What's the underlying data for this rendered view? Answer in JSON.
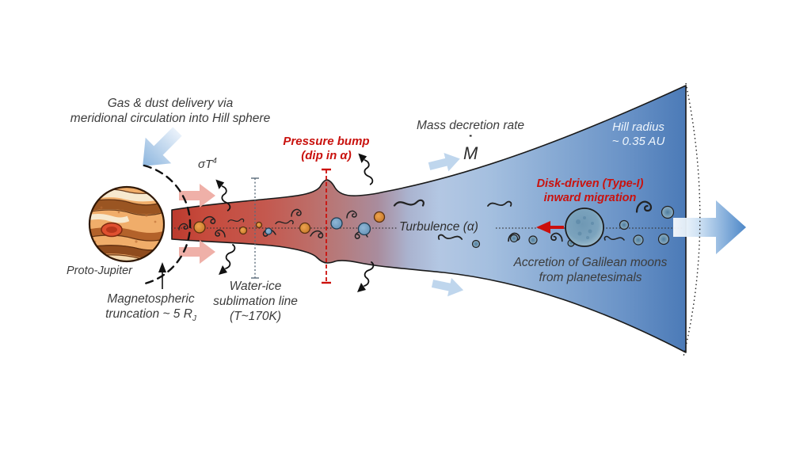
{
  "figure": {
    "background": "#ffffff",
    "labels": {
      "gas_dust_line1": "Gas & dust delivery via",
      "gas_dust_line2": "meridional circulation into Hill sphere",
      "sigma_base": "σT",
      "sigma_sup": "4",
      "pressure_bump_line1": "Pressure bump",
      "pressure_bump_line2": "(dip in α)",
      "mass_decretion": "Mass decretion rate",
      "mdot_dot": "˙",
      "mdot_m": "M",
      "hill_radius_line1": "Hill radius",
      "hill_radius_line2": "~ 0.35 AU",
      "migration_line1": "Disk-driven (Type-I)",
      "migration_line2": "inward migration",
      "turbulence": "Turbulence (α)",
      "accretion_line1": "Accretion of Galilean moons",
      "accretion_line2": "from planetesimals",
      "proto_jupiter": "Proto-Jupiter",
      "magneto_line1": "Magnetospheric",
      "magneto_line2": "truncation ~ 5 R",
      "magneto_sub": "J",
      "water_ice_line1": "Water-ice",
      "water_ice_line2": "sublimation line",
      "water_ice_line3": "(T~170K)"
    },
    "colors": {
      "annotation_red": "#c9120e",
      "text_gray": "#3c3c3c",
      "hill_text": "#eef5fc",
      "disk_inner_red": "#c64a3c",
      "disk_outer_blue": "#4b7ab7",
      "pebble_orange": "#d98e3f",
      "pebble_blue": "#6f9fc4",
      "arrow_pink": "#efaca4",
      "arrow_blue_light": "#bad3ec",
      "migration_arrow_red": "#cc0f0c"
    }
  }
}
